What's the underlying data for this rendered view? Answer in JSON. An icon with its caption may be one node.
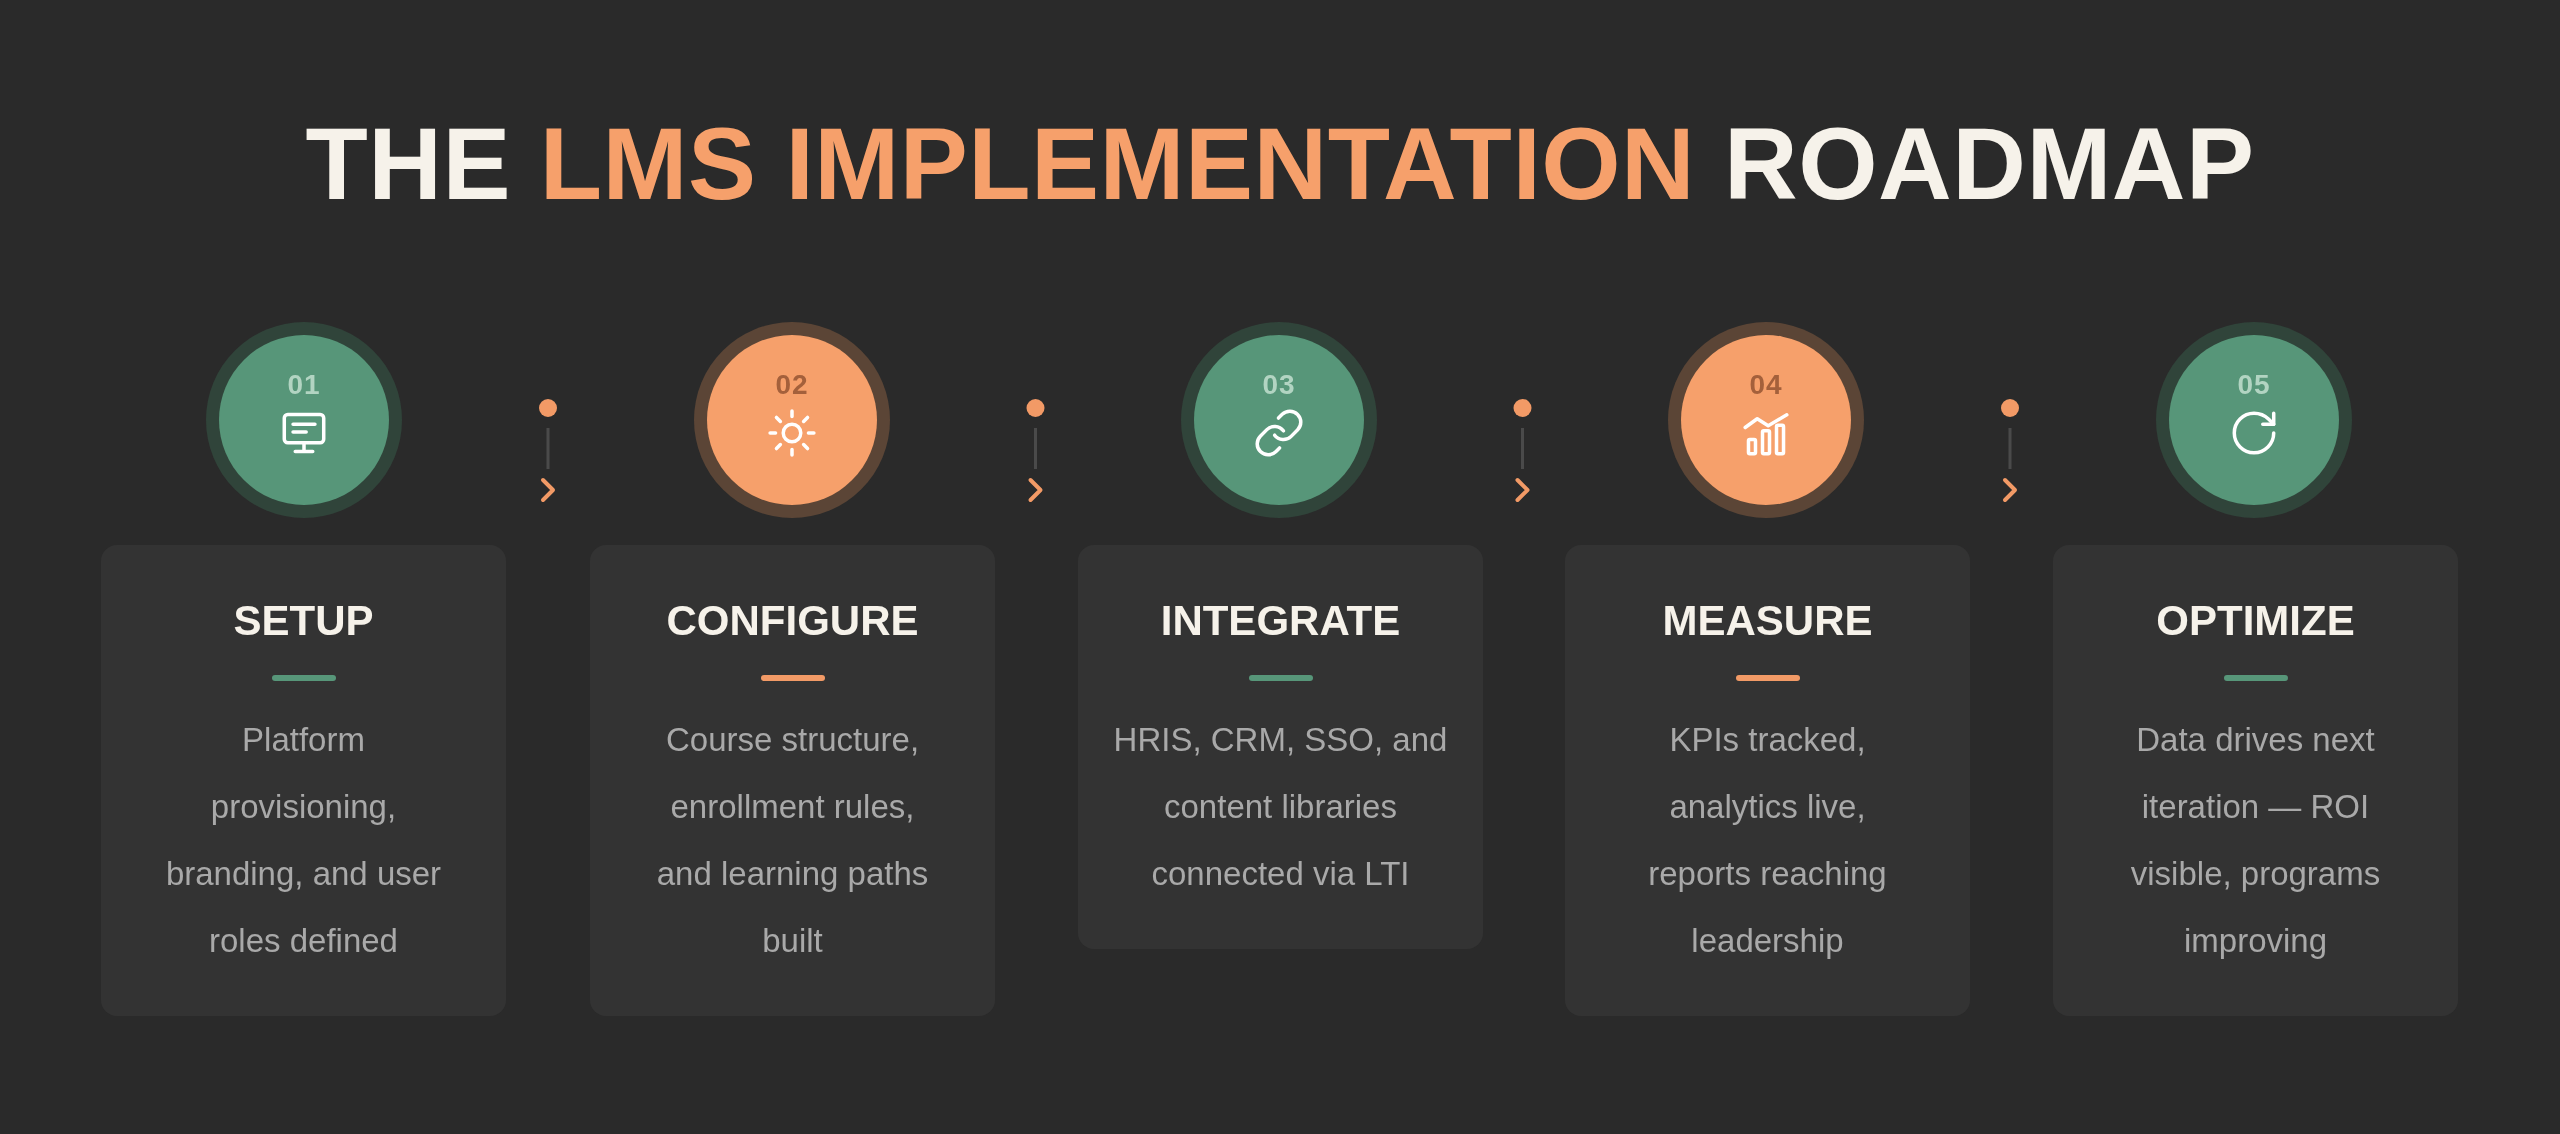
{
  "diagram": {
    "title": "THE LMS IMPLEMENTATION ROADMAP",
    "nodes": [
      {
        "text": [
          "01"
        ]
      },
      {
        "text": [
          "02"
        ]
      },
      {
        "text": [
          "03"
        ]
      },
      {
        "text": [
          "04"
        ]
      },
      {
        "text": [
          "05"
        ]
      },
      {
        "text": [
          "SETUP",
          "Platform provisioning, branding, and user roles defined"
        ]
      },
      {
        "text": [
          "CONFIGURE",
          "Course structure, enrollment rules, and learning paths built"
        ]
      },
      {
        "text": [
          "INTEGRATE",
          "HRIS, CRM, SSO, and content libraries connected via LTI"
        ]
      },
      {
        "text": [
          "MEASURE",
          "KPIs tracked, analytics live, reports reaching leadership"
        ]
      },
      {
        "text": [
          "OPTIMIZE",
          "Data drives next iteration — ROI visible, programs improving"
        ]
      }
    ]
  }
}
